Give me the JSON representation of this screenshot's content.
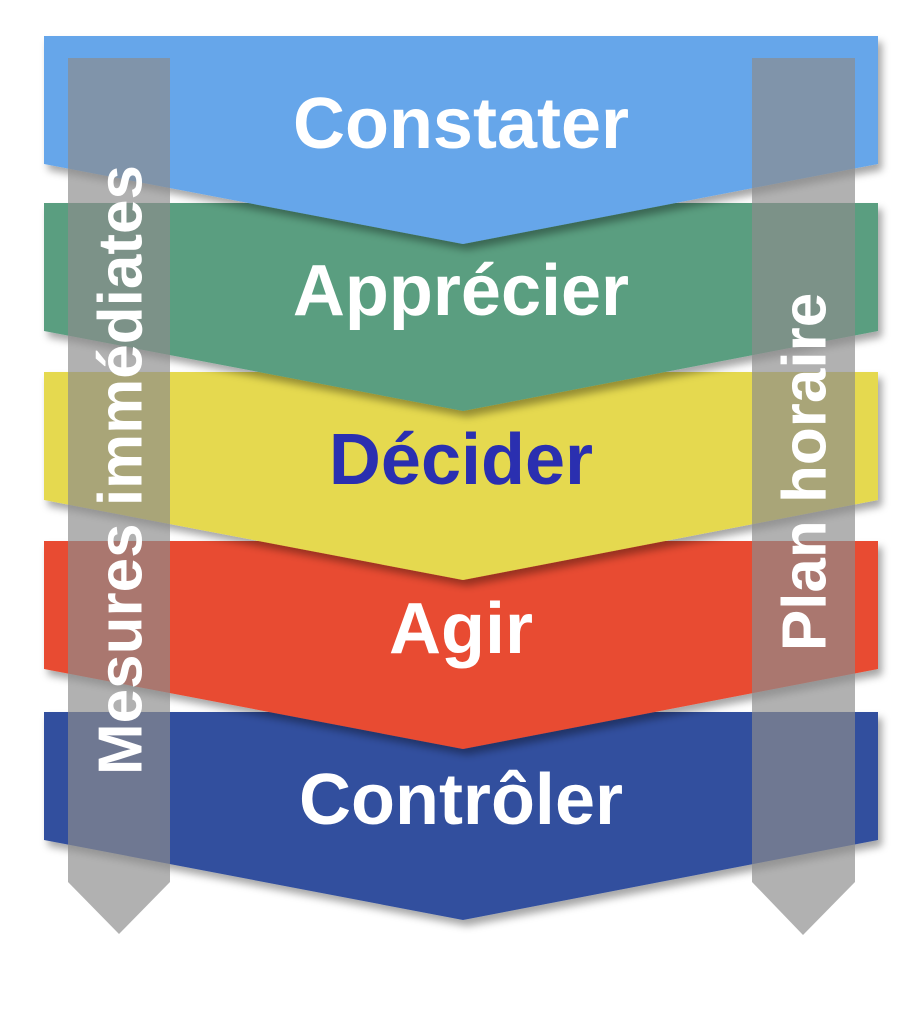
{
  "steps": [
    {
      "label": "Constater",
      "color": "#66a6ea",
      "text_color": "#ffffff"
    },
    {
      "label": "Apprécier",
      "color": "#5a9e80",
      "text_color": "#ffffff"
    },
    {
      "label": "Décider",
      "color": "#e5d94f",
      "text_color": "#2a2fb0"
    },
    {
      "label": "Agir",
      "color": "#e84c33",
      "text_color": "#ffffff"
    },
    {
      "label": "Contrôler",
      "color": "#33509e",
      "text_color": "#ffffff"
    }
  ],
  "left_arrow": {
    "label": "Mesures immédiates"
  },
  "right_arrow": {
    "label": "Plan horaire"
  }
}
